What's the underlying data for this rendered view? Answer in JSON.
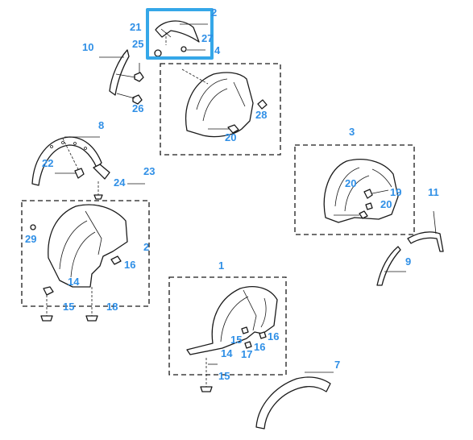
{
  "colors": {
    "label": "#2f8fe6",
    "line": "#1a1a1a",
    "fill": "#ffffff",
    "highlight": "#35a7e8"
  },
  "highlight": {
    "part": "2",
    "state": "selected"
  },
  "callouts": {
    "c1": "1",
    "c2a": "2",
    "c2b": "2",
    "c3": "3",
    "c4": "4",
    "c7": "7",
    "c8": "8",
    "c9": "9",
    "c10": "10",
    "c11": "11",
    "c14a": "14",
    "c14b": "14",
    "c15a": "15",
    "c15b": "15",
    "c15c": "15",
    "c16a": "16",
    "c16b": "16",
    "c16c": "16",
    "c17": "17",
    "c18": "18",
    "c19": "19",
    "c20a": "20",
    "c20b": "20",
    "c20c": "20",
    "c21": "21",
    "c22": "22",
    "c23": "23",
    "c24": "24",
    "c25": "25",
    "c26": "26",
    "c27": "27",
    "c28": "28",
    "c29": "29"
  }
}
